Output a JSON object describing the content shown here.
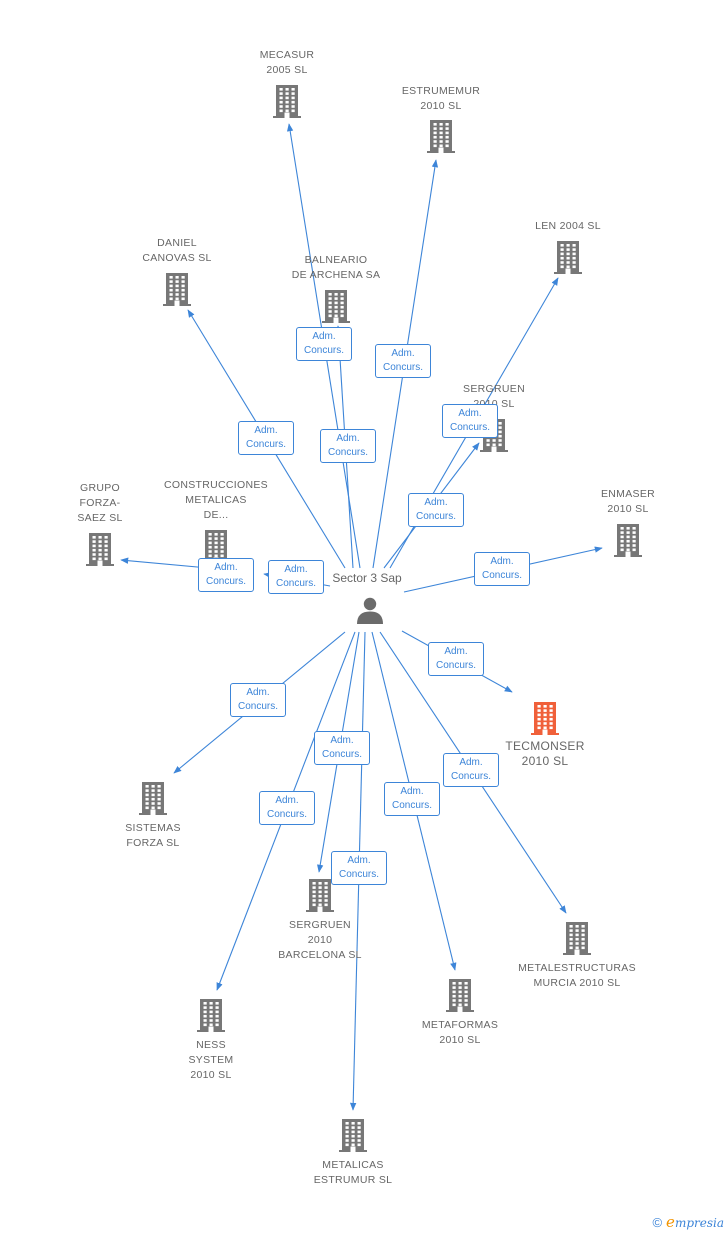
{
  "center": {
    "name": "Sector 3 Sap",
    "icon": "person-icon"
  },
  "relation_lines": [
    "Adm.",
    "Concurs."
  ],
  "colors": {
    "edge": "#3d85d8",
    "building": "#777777",
    "highlight": "#f0603a",
    "text": "#666666"
  },
  "nodes": [
    {
      "id": "mecasur",
      "lines": [
        "MECASUR",
        "2005 SL"
      ]
    },
    {
      "id": "estrumemur",
      "lines": [
        "ESTRUMEMUR",
        "2010 SL"
      ]
    },
    {
      "id": "len2004",
      "lines": [
        "LEN 2004 SL"
      ]
    },
    {
      "id": "daniel",
      "lines": [
        "DANIEL",
        "CANOVAS SL"
      ]
    },
    {
      "id": "balneario",
      "lines": [
        "BALNEARIO",
        "DE ARCHENA SA"
      ]
    },
    {
      "id": "sergruen",
      "lines": [
        "SERGRUEN",
        "2010 SL"
      ]
    },
    {
      "id": "grupo",
      "lines": [
        "GRUPO",
        "FORZA-",
        "SAEZ SL"
      ]
    },
    {
      "id": "construcciones",
      "lines": [
        "CONSTRUCCIONES",
        "METALICAS",
        "DE..."
      ]
    },
    {
      "id": "enmaser",
      "lines": [
        "ENMASER",
        "2010 SL"
      ]
    },
    {
      "id": "tecmonser",
      "lines": [
        "TECMONSER",
        "2010 SL"
      ],
      "highlight": true
    },
    {
      "id": "sistemas",
      "lines": [
        "SISTEMAS",
        "FORZA SL"
      ]
    },
    {
      "id": "sergruenbcn",
      "lines": [
        "SERGRUEN",
        "2010",
        "BARCELONA SL"
      ]
    },
    {
      "id": "metalestructuras",
      "lines": [
        "METALESTRUCTURAS",
        "MURCIA 2010 SL"
      ]
    },
    {
      "id": "metaformas",
      "lines": [
        "METAFORMAS",
        "2010 SL"
      ]
    },
    {
      "id": "ness",
      "lines": [
        "NESS",
        "SYSTEM",
        "2010 SL"
      ]
    },
    {
      "id": "metalicas",
      "lines": [
        "METALICAS",
        "ESTRUMUR SL"
      ]
    }
  ],
  "footer": {
    "copyright": "©",
    "brand_first": "e",
    "brand_rest": "mpresia"
  }
}
